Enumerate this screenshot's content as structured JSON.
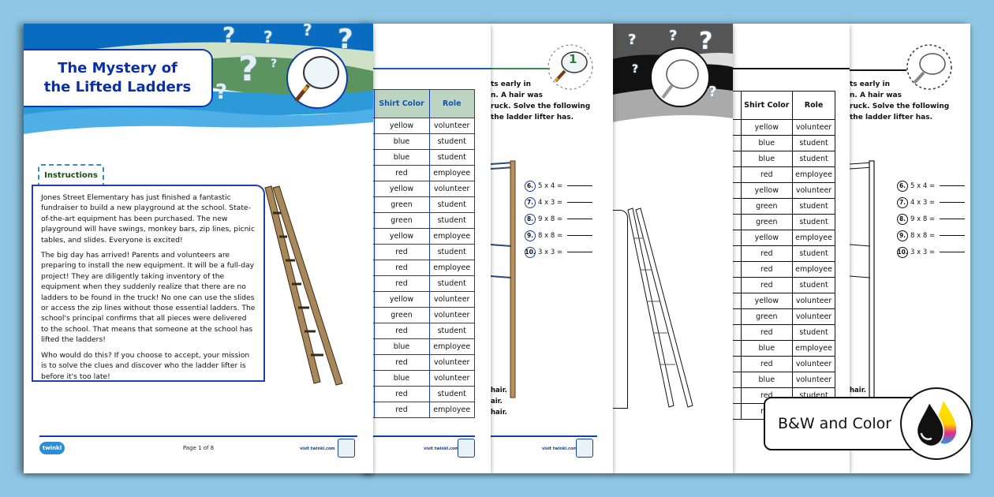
{
  "background_color": "#8fc6e3",
  "page1": {
    "title_line1": "The Mystery of",
    "title_line2": "the Lifted Ladders",
    "instructions_label": "Instructions",
    "paragraphs": [
      "Jones Street Elementary has just finished a fantastic fundraiser to build a new playground at the school. State-of-the-art equipment has been purchased. The new playground will have swings, monkey bars, zip lines, picnic tables, and slides. Everyone is excited!",
      "The big day has arrived! Parents and volunteers are preparing to install the new equipment. It will be a full-day project! They are diligently taking inventory of the equipment when they suddenly realize that there are no ladders to be found in the truck! No one can use the slides or access the zip lines without those essential ladders. The school's principal confirms that all pieces were delivered to the school. That means that someone at the school has lifted the ladders!",
      "Who would do this? If you choose to accept, your mission is to solve the clues and discover who the ladder lifter is before it's too late!"
    ],
    "footer": {
      "logo": "twinkl",
      "page_number": "Page 1 of 8",
      "visit": "visit twinkl.com"
    }
  },
  "table": {
    "headers": [
      "Shirt Color",
      "Role"
    ],
    "rows": [
      [
        "yellow",
        "volunteer"
      ],
      [
        "blue",
        "student"
      ],
      [
        "blue",
        "student"
      ],
      [
        "red",
        "employee"
      ],
      [
        "yellow",
        "volunteer"
      ],
      [
        "green",
        "student"
      ],
      [
        "green",
        "student"
      ],
      [
        "yellow",
        "employee"
      ],
      [
        "red",
        "student"
      ],
      [
        "red",
        "employee"
      ],
      [
        "red",
        "student"
      ],
      [
        "yellow",
        "volunteer"
      ],
      [
        "green",
        "volunteer"
      ],
      [
        "red",
        "student"
      ],
      [
        "blue",
        "employee"
      ],
      [
        "red",
        "volunteer"
      ],
      [
        "blue",
        "volunteer"
      ],
      [
        "red",
        "student"
      ],
      [
        "red",
        "employee"
      ]
    ]
  },
  "clue_page": {
    "clue_number": "1",
    "text_lines": [
      "ts early in",
      "n. A hair was",
      "ruck. Solve the following",
      "the ladder lifter has."
    ],
    "problems": [
      {
        "num": "6.",
        "expr": "5 x 4 ="
      },
      {
        "num": "7.",
        "expr": "4 x 3 ="
      },
      {
        "num": "8.",
        "expr": "9 x 8 ="
      },
      {
        "num": "9.",
        "expr": "8 x 8 ="
      },
      {
        "num": "10.",
        "expr": "3 x 3 ="
      }
    ],
    "hair_lines": [
      "hair.",
      "air.",
      "hair."
    ],
    "visit": "visit twinkl.com"
  },
  "badge": {
    "label": "B&W and Color",
    "icon": "ink-drops-icon"
  }
}
